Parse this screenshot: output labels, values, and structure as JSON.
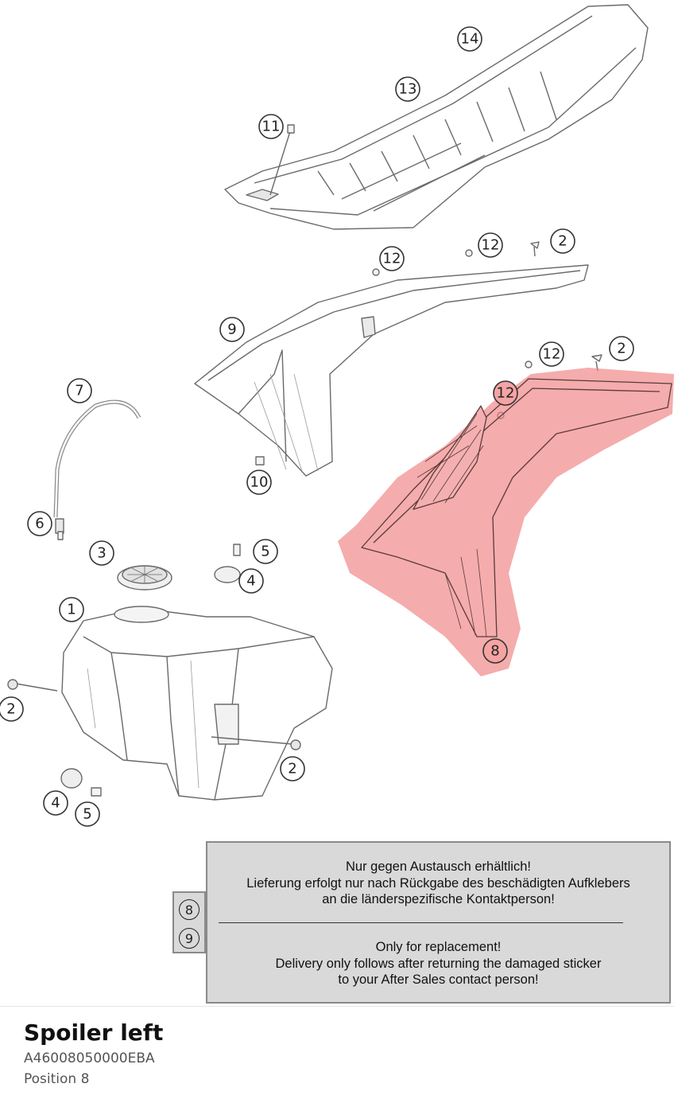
{
  "diagram": {
    "callouts": [
      "14",
      "13",
      "11",
      "12",
      "12",
      "2",
      "9",
      "12",
      "2",
      "12",
      "7",
      "10",
      "8",
      "6",
      "3",
      "5",
      "4",
      "1",
      "2",
      "2",
      "4",
      "5"
    ],
    "highlight_color": "#f08080"
  },
  "notice": {
    "de_lines": [
      "Nur gegen Austausch erhältlich!",
      "Lieferung erfolgt nur nach Rückgabe des beschädigten Aufklebers",
      "an die länderspezifische Kontaktperson!"
    ],
    "en_lines": [
      "Only for replacement!",
      "Delivery only follows after returning the damaged sticker",
      "to your After Sales contact person!"
    ],
    "positions": [
      "8",
      "9"
    ]
  },
  "part": {
    "title": "Spoiler left",
    "code": "A46008050000EBA",
    "position": "Position 8"
  }
}
